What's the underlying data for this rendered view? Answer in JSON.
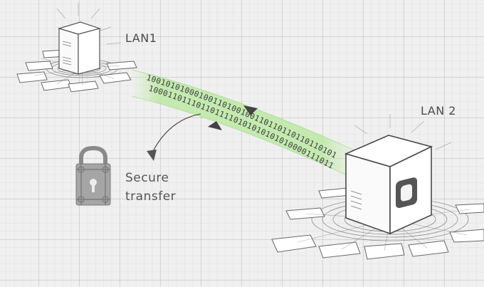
{
  "nodes": {
    "lan1": {
      "label": "LAN1"
    },
    "lan2": {
      "label": "LAN 2"
    }
  },
  "transfer": {
    "label_line1": "Secure",
    "label_line2": "transfer",
    "binary_upper": "1001010100010011010010011011011011011010111101011011110",
    "binary_lower": "1000110111011011110101010101010000111011101100101101101"
  },
  "colors": {
    "background": "#f0f0f0",
    "stream": "#b8e6a3",
    "ink": "#555555",
    "lock": "#9a9a9a"
  }
}
